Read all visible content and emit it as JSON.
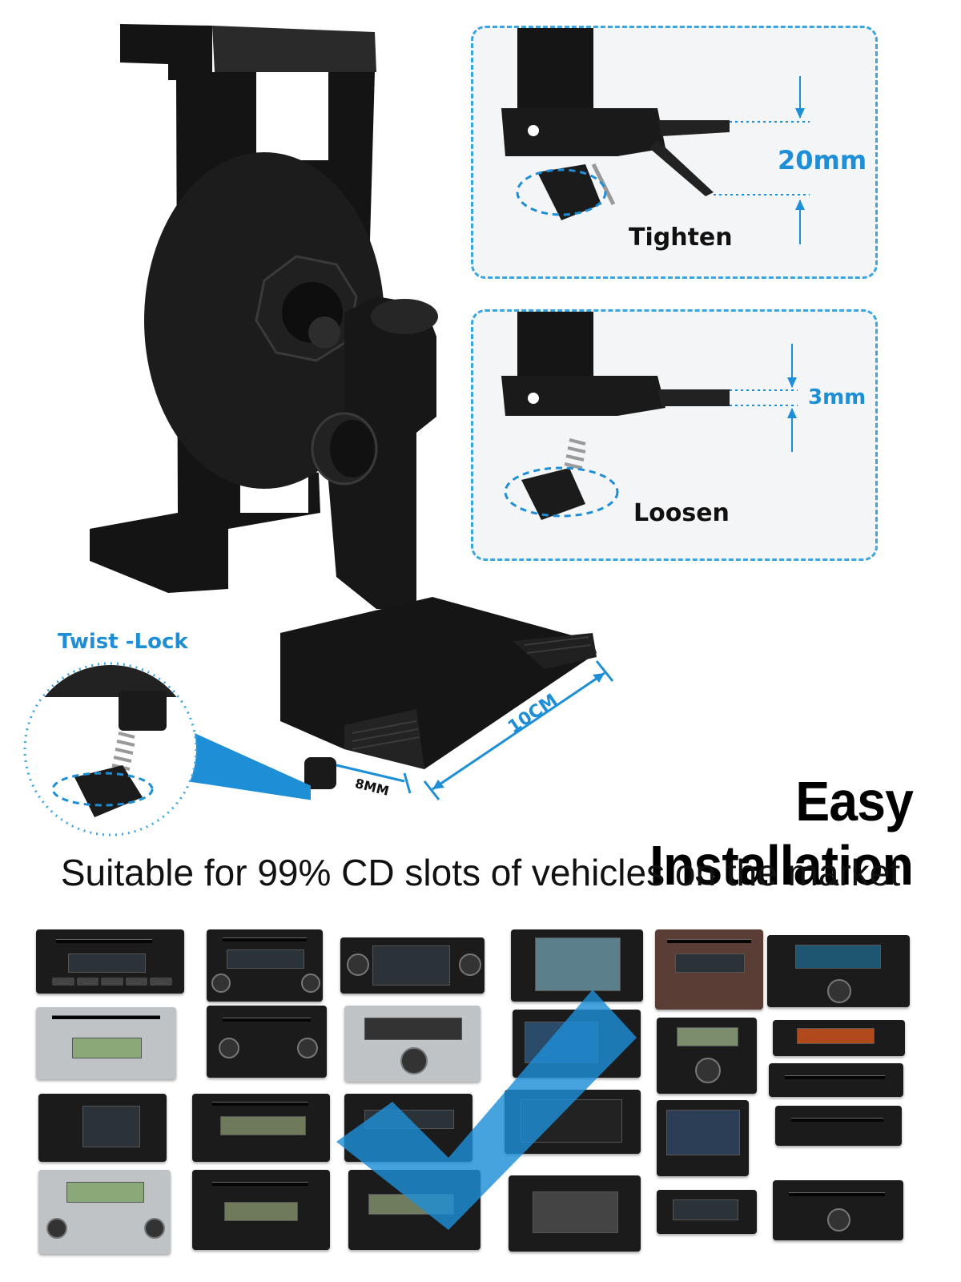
{
  "tighten_panel": {
    "measure": "20mm",
    "action": "Tighten"
  },
  "loosen_panel": {
    "measure": "3mm",
    "action": "Loosen"
  },
  "inset": {
    "title": "Twist -Lock"
  },
  "dimensions": {
    "width": "10CM",
    "depth": "8MM"
  },
  "headline": "Easy Installation",
  "subtitle": "Suitable for 99% CD slots of vehicles on the market",
  "colors": {
    "accent_blue": "#1e8fd6",
    "panel_border": "#3aa6df",
    "product_black": "#141414"
  }
}
